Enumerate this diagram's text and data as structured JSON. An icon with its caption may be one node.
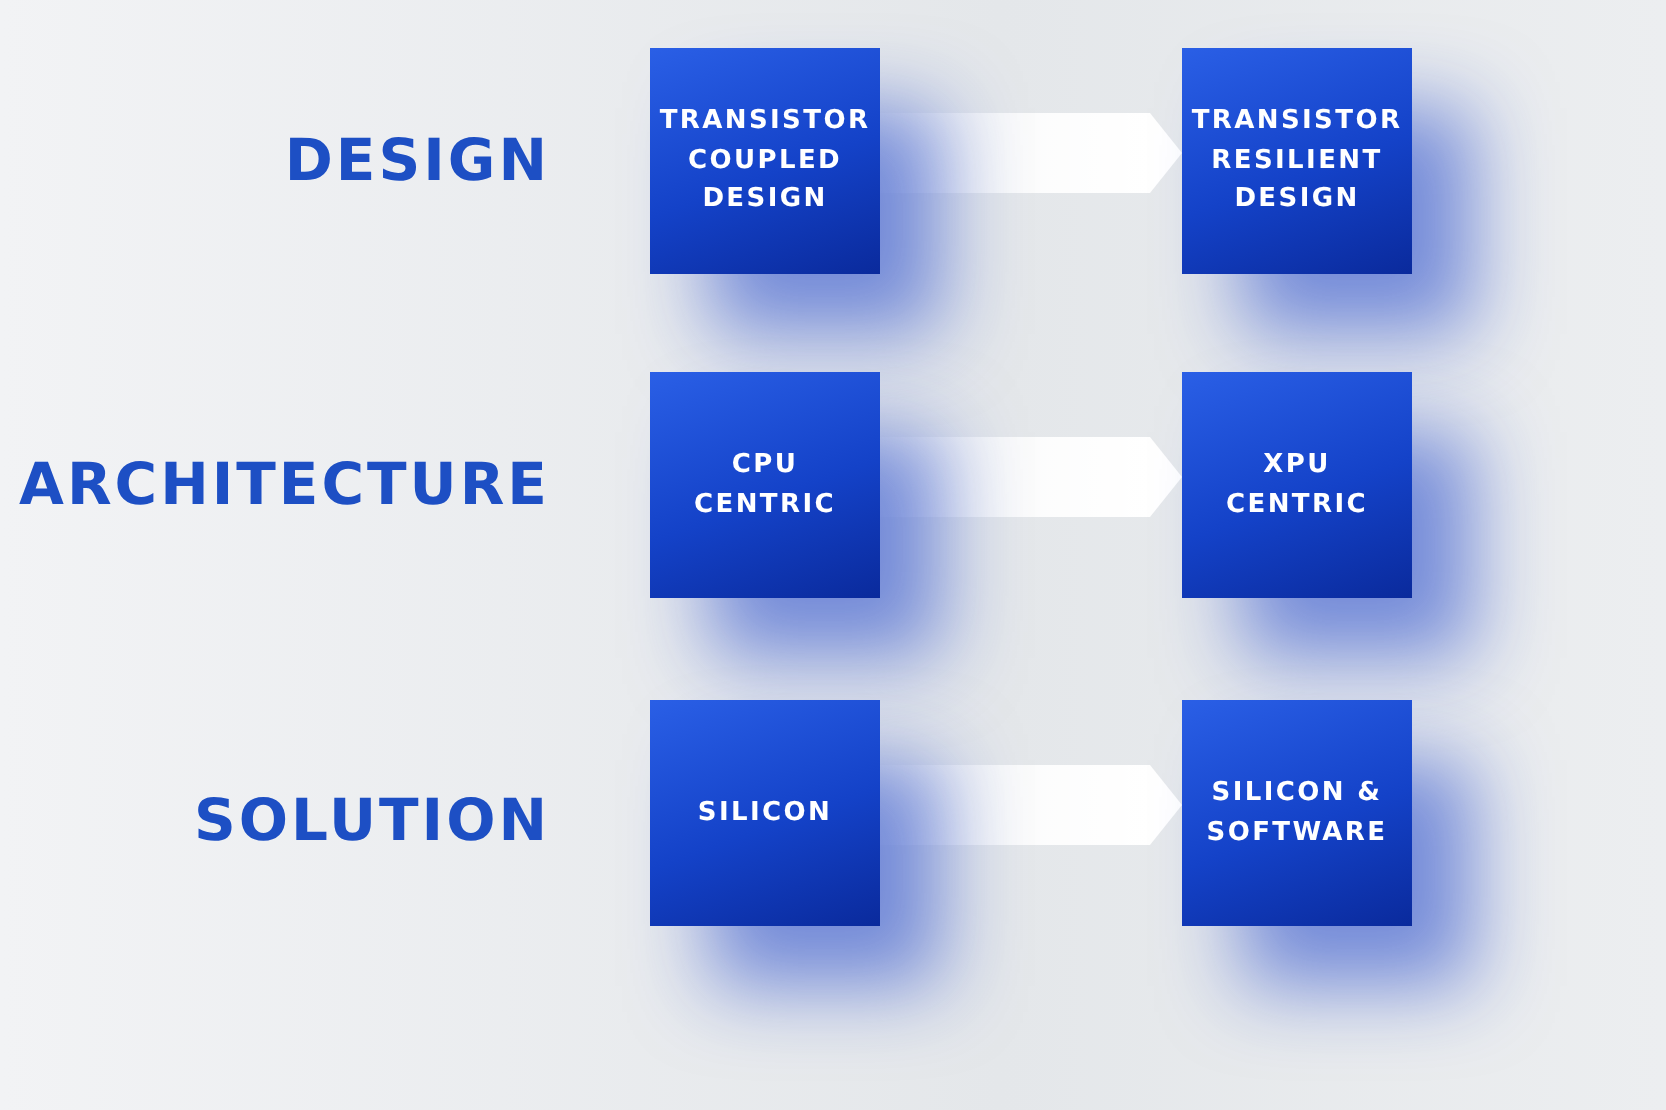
{
  "diagram": {
    "nodes": [
      {
        "text": [
          "TRANSISTOR COUPLED DESIGN"
        ]
      },
      {
        "text": [
          "TRANSISTOR RESILIENT DESIGN"
        ]
      },
      {
        "text": [
          "CPU CENTRIC"
        ]
      },
      {
        "text": [
          "XPU CENTRIC"
        ]
      },
      {
        "text": [
          "SILICON"
        ]
      },
      {
        "text": [
          "SILICON & SOFTWARE"
        ]
      }
    ],
    "edges": [
      {
        "from": 0,
        "to": 1,
        "arrow": "to"
      },
      {
        "from": 2,
        "to": 3,
        "arrow": "to"
      },
      {
        "from": 4,
        "to": 5,
        "arrow": "to"
      }
    ],
    "labels": [
      "DESIGN",
      "ARCHITECTURE",
      "SOLUTION"
    ]
  }
}
